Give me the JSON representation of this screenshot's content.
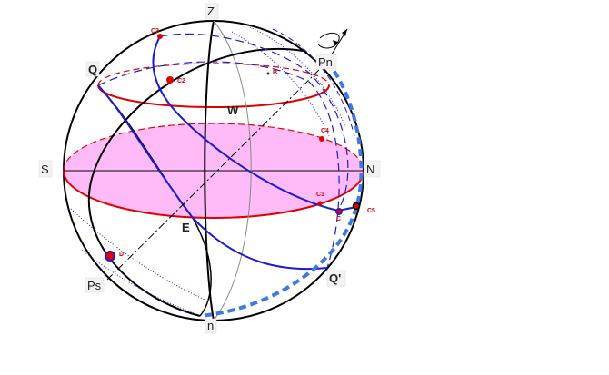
{
  "colors": {
    "sphere": "#000000",
    "blue": "#1c1cd0",
    "red": "#e00000",
    "pink": "#ffaaf5",
    "gray": "#888888",
    "dashed_blue": "#3c78e6"
  },
  "labels": {
    "zenith": "Z",
    "nadir": "n",
    "south": "S",
    "north": "N",
    "west": "W",
    "east": "E",
    "pn": "Pn",
    "ps": "Ps",
    "q": "Q",
    "q_prime": "Q'"
  },
  "points": {
    "c1": "C1",
    "c2": "C2",
    "c3": "C3",
    "c4": "C4",
    "c5": "C5",
    "b": "B",
    "c": "C",
    "d": "D"
  }
}
